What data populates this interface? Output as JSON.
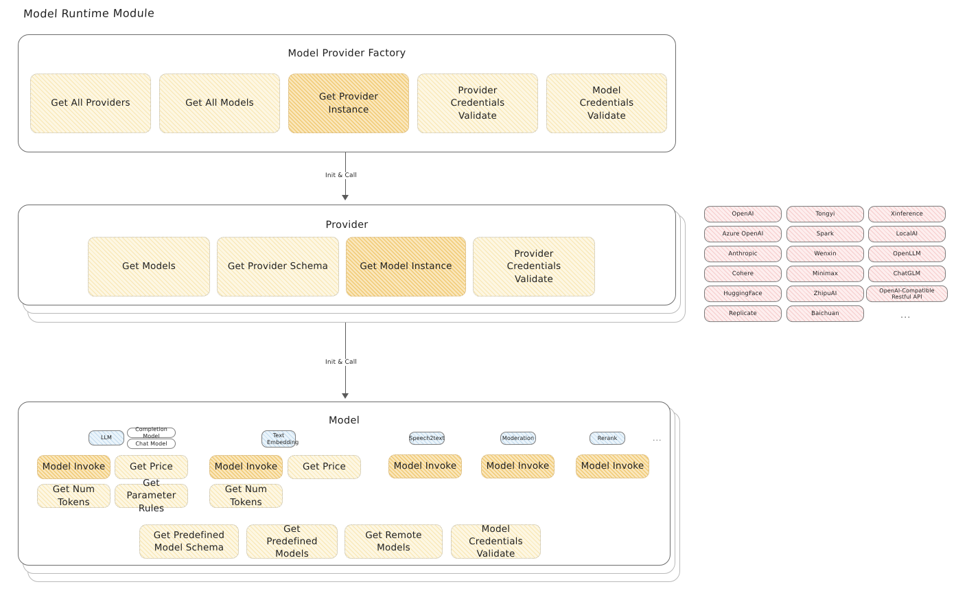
{
  "page": {
    "title": "Model Runtime Module"
  },
  "factory": {
    "title": "Model Provider Factory",
    "methods": [
      {
        "label": "Get All Providers",
        "highlight": false
      },
      {
        "label": "Get All Models",
        "highlight": false
      },
      {
        "label": "Get Provider Instance",
        "highlight": true
      },
      {
        "label": "Provider Credentials Validate",
        "highlight": false
      },
      {
        "label": "Model Credentials Validate",
        "highlight": false
      }
    ]
  },
  "arrows": [
    {
      "label": "Init & Call"
    },
    {
      "label": "Init & Call"
    }
  ],
  "provider": {
    "title": "Provider",
    "methods": [
      {
        "label": "Get Models",
        "highlight": false
      },
      {
        "label": "Get Provider Schema",
        "highlight": false
      },
      {
        "label": "Get Model Instance",
        "highlight": true
      },
      {
        "label": "Provider Credentials Validate",
        "highlight": false
      }
    ]
  },
  "provider_list": {
    "columns": [
      [
        "OpenAI",
        "Azure OpenAI",
        "Anthropic",
        "Cohere",
        "HuggingFace",
        "Replicate"
      ],
      [
        "Tongyi",
        "Spark",
        "Wenxin",
        "Minimax",
        "ZhipuAI",
        "Baichuan"
      ],
      [
        "Xinference",
        "LocalAI",
        "OpenLLM",
        "ChatGLM",
        "OpenAI-Compatible Restful API"
      ]
    ],
    "more": "..."
  },
  "model": {
    "title": "Model",
    "more": "...",
    "types": [
      {
        "name": "LLM",
        "sub_badges": [
          "Completion Model",
          "Chat Model"
        ],
        "methods": [
          {
            "label": "Model Invoke",
            "highlight": true
          },
          {
            "label": "Get Price",
            "highlight": false
          },
          {
            "label": "Get Num Tokens",
            "highlight": false
          },
          {
            "label": "Get Parameter Rules",
            "highlight": false
          }
        ]
      },
      {
        "name": "Text Embedding",
        "sub_badges": [],
        "methods": [
          {
            "label": "Model Invoke",
            "highlight": true
          },
          {
            "label": "Get Price",
            "highlight": false
          },
          {
            "label": "Get Num Tokens",
            "highlight": false
          }
        ]
      },
      {
        "name": "Speech2text",
        "sub_badges": [],
        "methods": [
          {
            "label": "Model Invoke",
            "highlight": true
          }
        ]
      },
      {
        "name": "Moderation",
        "sub_badges": [],
        "methods": [
          {
            "label": "Model Invoke",
            "highlight": true
          }
        ]
      },
      {
        "name": "Rerank",
        "sub_badges": [],
        "methods": [
          {
            "label": "Model Invoke",
            "highlight": true
          }
        ]
      }
    ],
    "shared_methods": [
      {
        "label": "Get Predefined Model Schema"
      },
      {
        "label": "Get Predefined Models"
      },
      {
        "label": "Get Remote Models"
      },
      {
        "label": "Model Credentials Validate"
      }
    ]
  },
  "colors": {
    "highlight_fill": "#fae7bd",
    "light_fill": "#fdf7e3",
    "provider_fill": "#fdeeee",
    "badge_fill": "#eaf4fb",
    "stroke": "#6c6c6c",
    "text": "#1e1e1e"
  }
}
